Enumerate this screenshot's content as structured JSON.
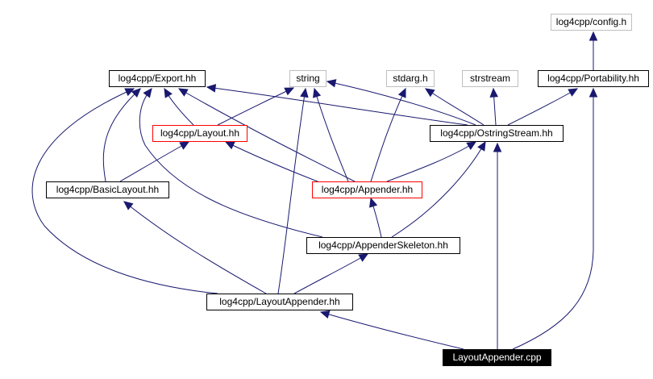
{
  "diagram": {
    "title": "Include dependency graph for LayoutAppender.cpp",
    "colors": {
      "edge": "#191970",
      "normal_border": "#000000",
      "external_border": "#bfbfbf",
      "highlight_border": "#ff0000",
      "root_fill": "#000000",
      "root_text": "#ffffff"
    },
    "nodes": [
      {
        "id": "config",
        "label": "log4cpp/config.h",
        "kind": "external"
      },
      {
        "id": "export",
        "label": "log4cpp/Export.hh",
        "kind": "normal"
      },
      {
        "id": "string",
        "label": "string",
        "kind": "external"
      },
      {
        "id": "stdarg",
        "label": "stdarg.h",
        "kind": "external"
      },
      {
        "id": "strstream",
        "label": "strstream",
        "kind": "external"
      },
      {
        "id": "portability",
        "label": "log4cpp/Portability.hh",
        "kind": "normal"
      },
      {
        "id": "layout",
        "label": "log4cpp/Layout.hh",
        "kind": "highlight"
      },
      {
        "id": "ostring",
        "label": "log4cpp/OstringStream.hh",
        "kind": "normal"
      },
      {
        "id": "basiclayout",
        "label": "log4cpp/BasicLayout.hh",
        "kind": "normal"
      },
      {
        "id": "appender",
        "label": "log4cpp/Appender.hh",
        "kind": "highlight"
      },
      {
        "id": "skeleton",
        "label": "log4cpp/AppenderSkeleton.hh",
        "kind": "normal"
      },
      {
        "id": "layoutappender",
        "label": "log4cpp/LayoutAppender.hh",
        "kind": "normal"
      },
      {
        "id": "root",
        "label": "LayoutAppender.cpp",
        "kind": "root"
      }
    ],
    "edges": [
      {
        "from": "portability",
        "to": "config"
      },
      {
        "from": "ostring",
        "to": "export"
      },
      {
        "from": "ostring",
        "to": "string"
      },
      {
        "from": "ostring",
        "to": "stdarg"
      },
      {
        "from": "ostring",
        "to": "strstream"
      },
      {
        "from": "ostring",
        "to": "portability"
      },
      {
        "from": "layout",
        "to": "export"
      },
      {
        "from": "layout",
        "to": "string"
      },
      {
        "from": "basiclayout",
        "to": "export"
      },
      {
        "from": "basiclayout",
        "to": "layout"
      },
      {
        "from": "appender",
        "to": "export"
      },
      {
        "from": "appender",
        "to": "string"
      },
      {
        "from": "appender",
        "to": "stdarg"
      },
      {
        "from": "appender",
        "to": "layout"
      },
      {
        "from": "appender",
        "to": "ostring"
      },
      {
        "from": "skeleton",
        "to": "export"
      },
      {
        "from": "skeleton",
        "to": "appender"
      },
      {
        "from": "skeleton",
        "to": "ostring"
      },
      {
        "from": "layoutappender",
        "to": "export"
      },
      {
        "from": "layoutappender",
        "to": "string"
      },
      {
        "from": "layoutappender",
        "to": "basiclayout"
      },
      {
        "from": "layoutappender",
        "to": "skeleton"
      },
      {
        "from": "root",
        "to": "layoutappender"
      },
      {
        "from": "root",
        "to": "ostring"
      },
      {
        "from": "root",
        "to": "portability"
      }
    ]
  }
}
